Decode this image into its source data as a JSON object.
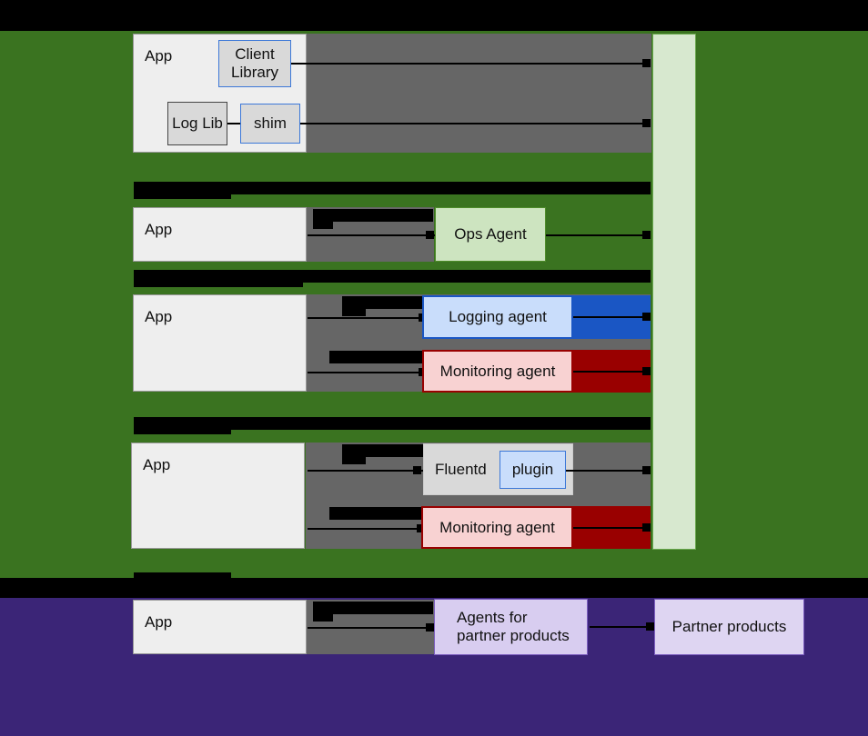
{
  "diagram": {
    "title_bar_redacted": true,
    "cloud_column": {
      "label": "",
      "redacted": true
    },
    "sections": [
      {
        "id": "client-library",
        "header_redacted": false,
        "app_label": "App",
        "boxes": [
          {
            "name": "client-library",
            "label": "Client Library"
          },
          {
            "name": "log-lib",
            "label": "Log Lib"
          },
          {
            "name": "shim",
            "label": "shim"
          }
        ]
      },
      {
        "id": "ops-agent",
        "header_redacted": true,
        "app_label": "App",
        "boxes": [
          {
            "name": "ops-agent",
            "label": "Ops Agent"
          }
        ]
      },
      {
        "id": "legacy-agents",
        "header_redacted": true,
        "app_label": "App",
        "boxes": [
          {
            "name": "logging-agent",
            "label": "Logging agent"
          },
          {
            "name": "monitoring-agent",
            "label": "Monitoring agent"
          }
        ]
      },
      {
        "id": "fluentd",
        "header_redacted": true,
        "app_label": "App",
        "boxes": [
          {
            "name": "fluentd",
            "label": "Fluentd"
          },
          {
            "name": "plugin",
            "label": "plugin"
          },
          {
            "name": "monitoring-agent",
            "label": "Monitoring agent"
          }
        ]
      },
      {
        "id": "partner",
        "header_redacted": true,
        "app_label": "App",
        "boxes": [
          {
            "name": "partner-agents",
            "label": "Agents for partner products"
          },
          {
            "name": "partner-products",
            "label": "Partner products"
          }
        ]
      }
    ]
  },
  "colors": {
    "band_green": "#3a7320",
    "band_purple": "#3b2577",
    "panel_grey": "#666666",
    "cloud_green": "#d7e8cf",
    "accent_blue": "#1a56c4",
    "accent_red": "#990000",
    "accent_purple": "#d8cdf0"
  },
  "labels": {
    "app": "App",
    "client_library": "Client Library",
    "log_lib": "Log Lib",
    "shim": "shim",
    "ops_agent": "Ops Agent",
    "logging_agent": "Logging agent",
    "monitoring_agent": "Monitoring agent",
    "fluentd": "Fluentd",
    "plugin": "plugin",
    "partner_agents_line1": "Agents for",
    "partner_agents_line2": "partner products",
    "partner_products": "Partner products"
  }
}
